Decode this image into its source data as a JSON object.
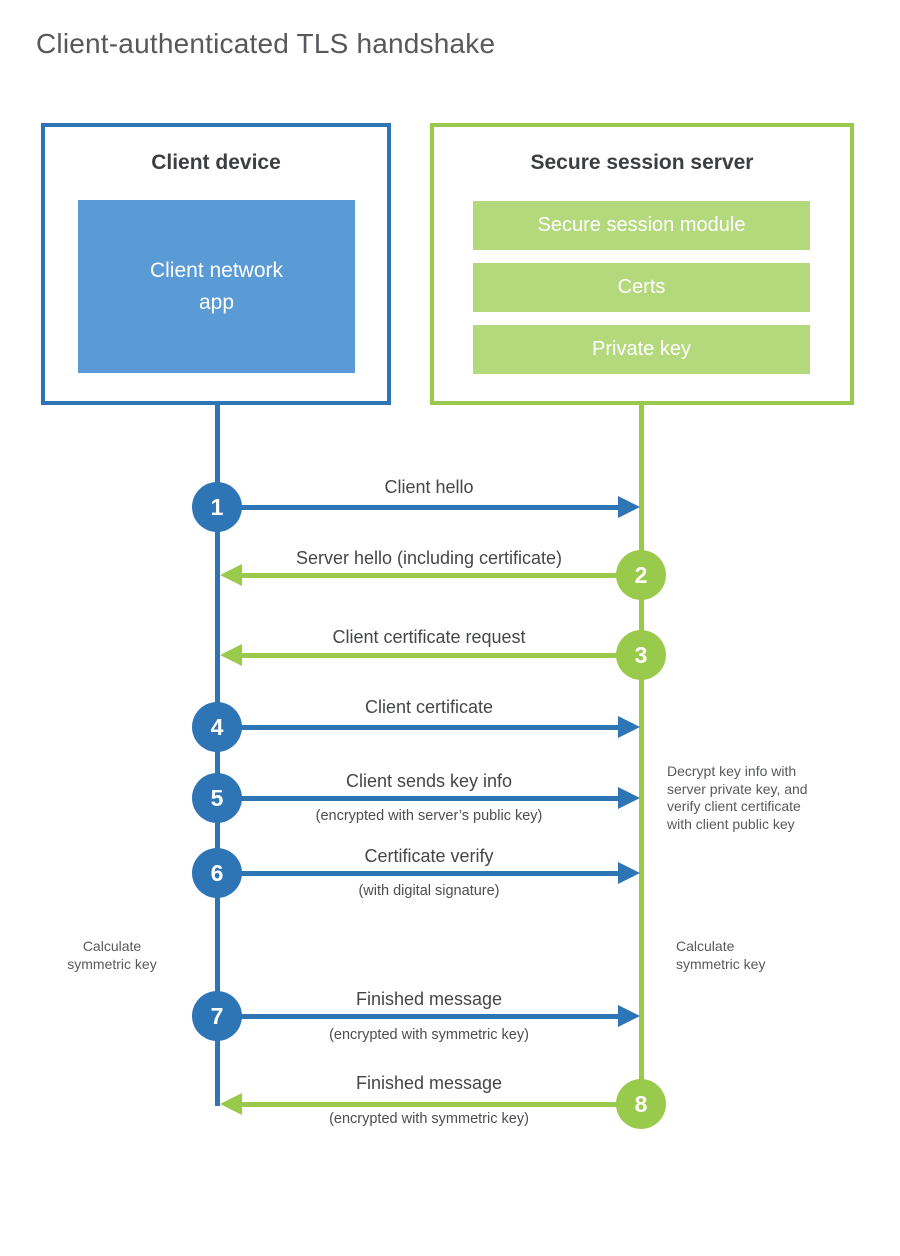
{
  "title": "Client-authenticated TLS handshake",
  "colors": {
    "blue": "#2e75b6",
    "blue_fill": "#5b9bd5",
    "green": "#9aca4b",
    "green_fill": "#b4d87c",
    "text_dark": "#3d3e40",
    "text_gray": "#58595b"
  },
  "client": {
    "title": "Client device",
    "app": "Client network\napp"
  },
  "server": {
    "title": "Secure session server",
    "modules": [
      "Secure session module",
      "Certs",
      "Private key"
    ]
  },
  "steps": [
    {
      "number": "1",
      "label": "Client hello",
      "sublabel": "",
      "from": "client",
      "to": "server"
    },
    {
      "number": "2",
      "label": "Server hello (including certificate)",
      "sublabel": "",
      "from": "server",
      "to": "client"
    },
    {
      "number": "3",
      "label": "Client certificate request",
      "sublabel": "",
      "from": "server",
      "to": "client"
    },
    {
      "number": "4",
      "label": "Client certificate",
      "sublabel": "",
      "from": "client",
      "to": "server"
    },
    {
      "number": "5",
      "label": "Client sends key info",
      "sublabel": "(encrypted with server’s public key)",
      "from": "client",
      "to": "server"
    },
    {
      "number": "6",
      "label": "Certificate verify",
      "sublabel": "(with digital signature)",
      "from": "client",
      "to": "server"
    },
    {
      "number": "7",
      "label": "Finished message",
      "sublabel": "(encrypted with symmetric key)",
      "from": "client",
      "to": "server"
    },
    {
      "number": "8",
      "label": "Finished message",
      "sublabel": "(encrypted with symmetric key)",
      "from": "server",
      "to": "client"
    }
  ],
  "notes": {
    "decrypt": "Decrypt key info with\nserver private key, and\nverify client certificate\nwith client public key",
    "calculate_left": "Calculate\nsymmetric key",
    "calculate_right": "Calculate\nsymmetric key"
  }
}
